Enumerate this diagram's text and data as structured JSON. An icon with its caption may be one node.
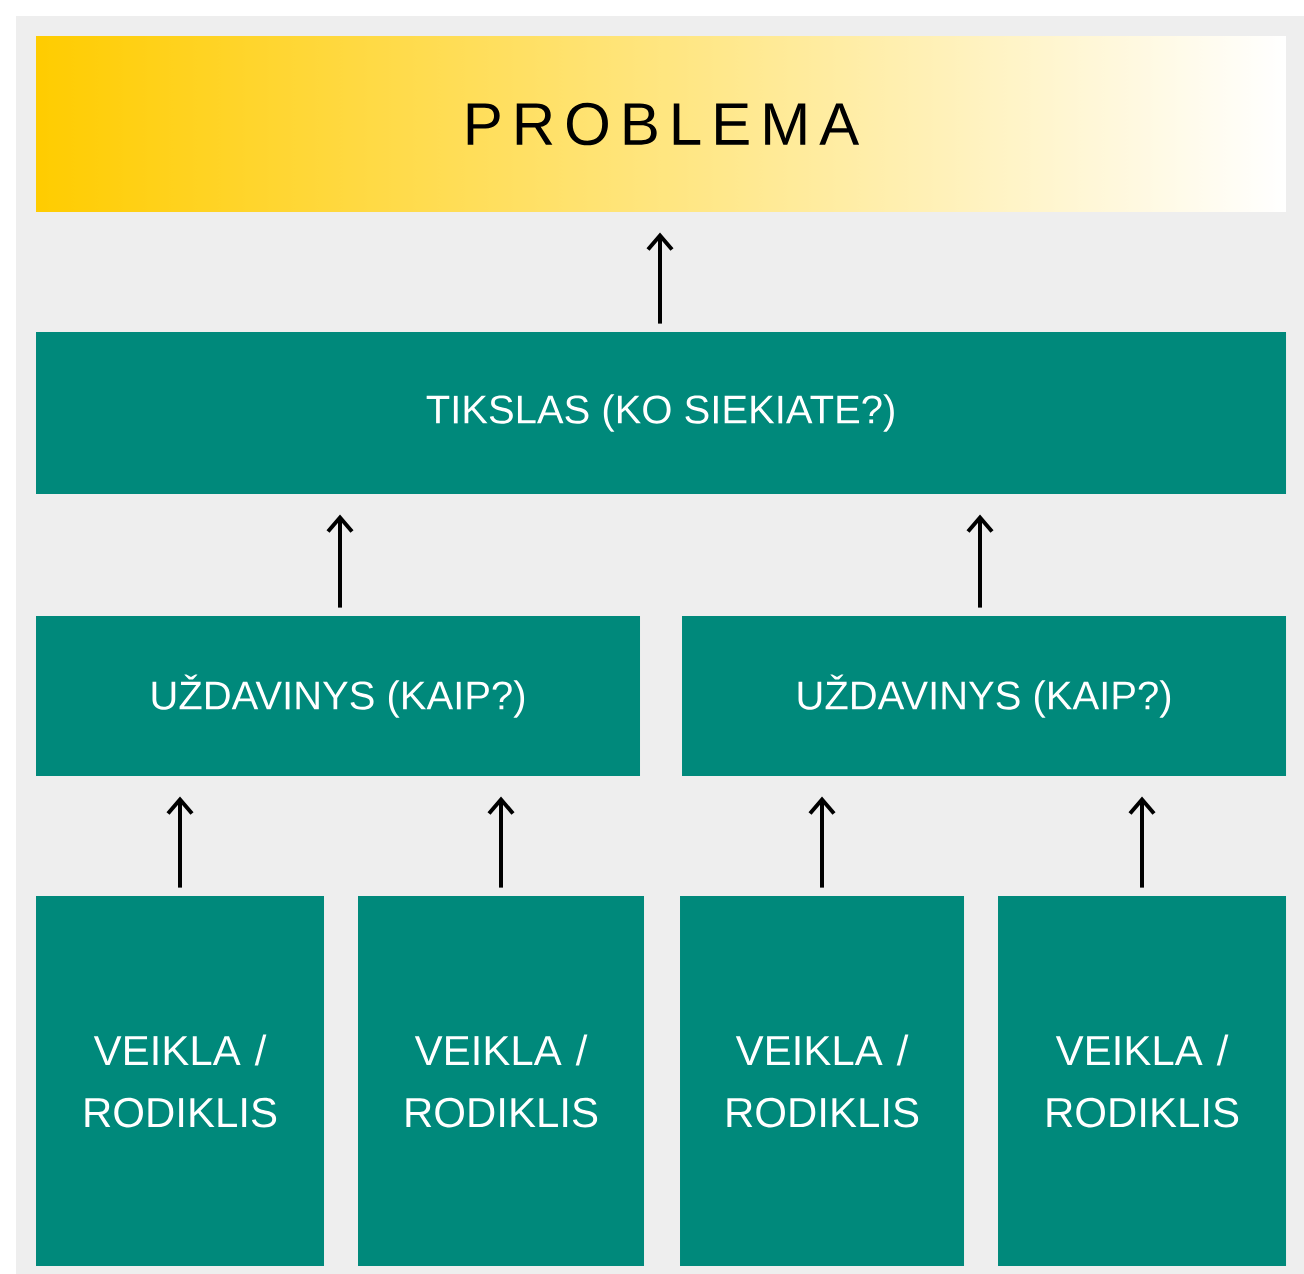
{
  "diagram": {
    "nodes": [
      {
        "text": [
          "PROBLEMA"
        ]
      },
      {
        "text": [
          "TIKSLAS (KO SIEKIATE?)"
        ]
      },
      {
        "text": [
          "UŽDAVINYS (KAIP?)"
        ]
      },
      {
        "text": [
          "UŽDAVINYS (KAIP?)"
        ]
      },
      {
        "text": [
          "VEIKLA / RODIKLIS"
        ]
      },
      {
        "text": [
          "VEIKLA / RODIKLIS"
        ]
      },
      {
        "text": [
          "VEIKLA / RODIKLIS"
        ]
      },
      {
        "text": [
          "VEIKLA / RODIKLIS"
        ]
      }
    ],
    "edges": [
      {
        "from": 1,
        "to": 0,
        "arrow": "to"
      },
      {
        "from": 2,
        "to": 1,
        "arrow": "to"
      },
      {
        "from": 3,
        "to": 1,
        "arrow": "to"
      },
      {
        "from": 4,
        "to": 2,
        "arrow": "to"
      },
      {
        "from": 5,
        "to": 2,
        "arrow": "to"
      },
      {
        "from": 6,
        "to": 3,
        "arrow": "to"
      },
      {
        "from": 7,
        "to": 3,
        "arrow": "to"
      }
    ]
  }
}
